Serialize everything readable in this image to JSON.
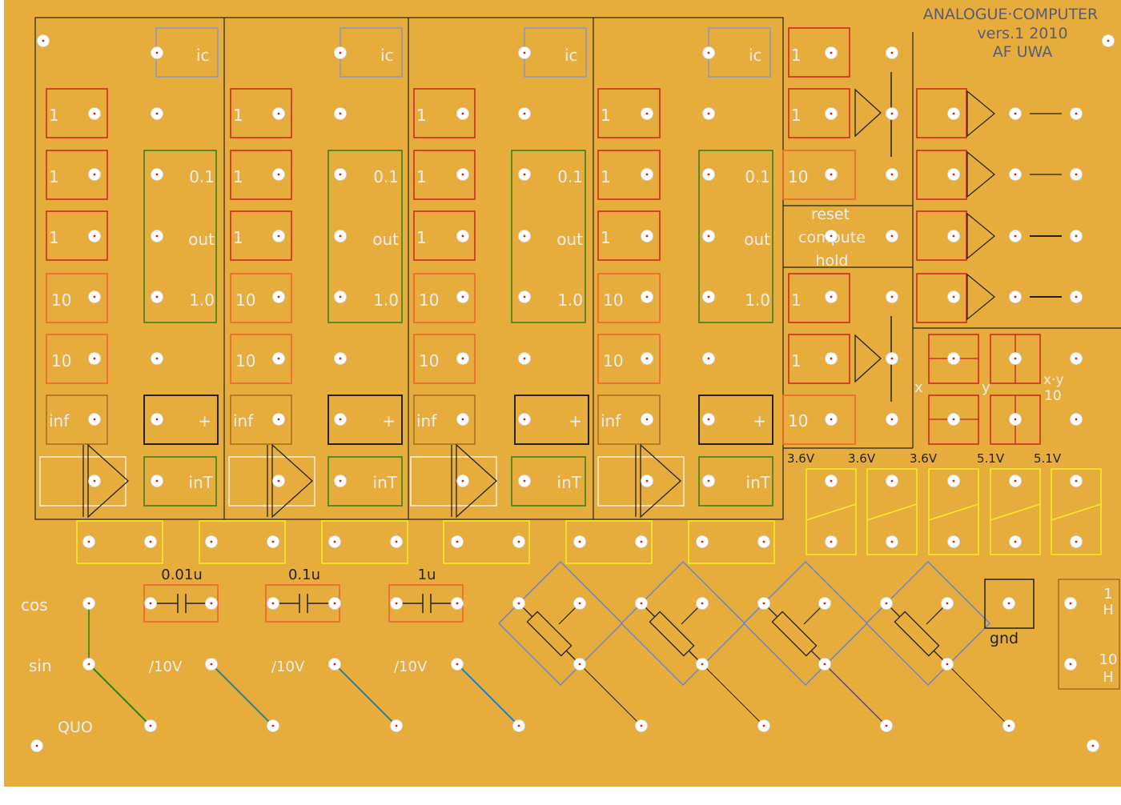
{
  "header": {
    "title": "ANALOGUE·COMPUTER",
    "version": "vers.1 2010",
    "org": "AF  UWA"
  },
  "integrators": [
    {
      "ic": "ic",
      "in1a": "1",
      "in1b": "1",
      "in1c": "1",
      "in10a": "10",
      "in10b": "10",
      "mode": "inf",
      "tap_hi": "0.1",
      "tap_out": "out",
      "tap_lo": "1.0",
      "plus": "+",
      "int": "inT"
    },
    {
      "ic": "ic",
      "in1a": "1",
      "in1b": "1",
      "in1c": "1",
      "in10a": "10",
      "in10b": "10",
      "mode": "inf",
      "tap_hi": "0.1",
      "tap_out": "out",
      "tap_lo": "1.0",
      "plus": "+",
      "int": "inT"
    },
    {
      "ic": "ic",
      "in1a": "1",
      "in1b": "1",
      "in1c": "1",
      "in10a": "10",
      "in10b": "10",
      "mode": "inf",
      "tap_hi": "0.1",
      "tap_out": "out",
      "tap_lo": "1.0",
      "plus": "+",
      "int": "inT"
    },
    {
      "ic": "ic",
      "in1a": "1",
      "in1b": "1",
      "in1c": "1",
      "in10a": "10",
      "in10b": "10",
      "mode": "inf",
      "tap_hi": "0.1",
      "tap_out": "out",
      "tap_lo": "1.0",
      "plus": "+",
      "int": "inT"
    }
  ],
  "summer_top": {
    "in1a": "1",
    "in1b": "1",
    "in10": "10"
  },
  "summer_bottom": {
    "in1a": "1",
    "in1b": "1",
    "in10": "10"
  },
  "mode_switch": {
    "reset": "reset",
    "compute": "compute",
    "hold": "hold"
  },
  "multiplier": {
    "x": "x",
    "y": "y",
    "xy": "x·y",
    "scale": "10"
  },
  "references": [
    "3.6V",
    "3.6V",
    "3.6V",
    "5.1V",
    "5.1V"
  ],
  "capacitors": [
    "0.01u",
    "0.1u",
    "1u"
  ],
  "dividers": [
    "/10V",
    "/10V",
    "/10V"
  ],
  "signals": {
    "cos": "cos",
    "sin": "sin",
    "quo": "QUO"
  },
  "ground": "gnd",
  "inductors": {
    "h1": "1",
    "h1_unit": "H",
    "h10": "10",
    "h10_unit": "H"
  },
  "colors": {
    "panel": "#E6AD3D",
    "input_1": "#cc2020",
    "input_10": "#f06030",
    "output_block": "#2e7d1e",
    "ic_block": "#8899bb",
    "fuse_block": "#f5ee20",
    "pot_frame": "#6b86c8",
    "wire_sin": "#2e7d1e",
    "wire_div": "#2a7fa8"
  }
}
